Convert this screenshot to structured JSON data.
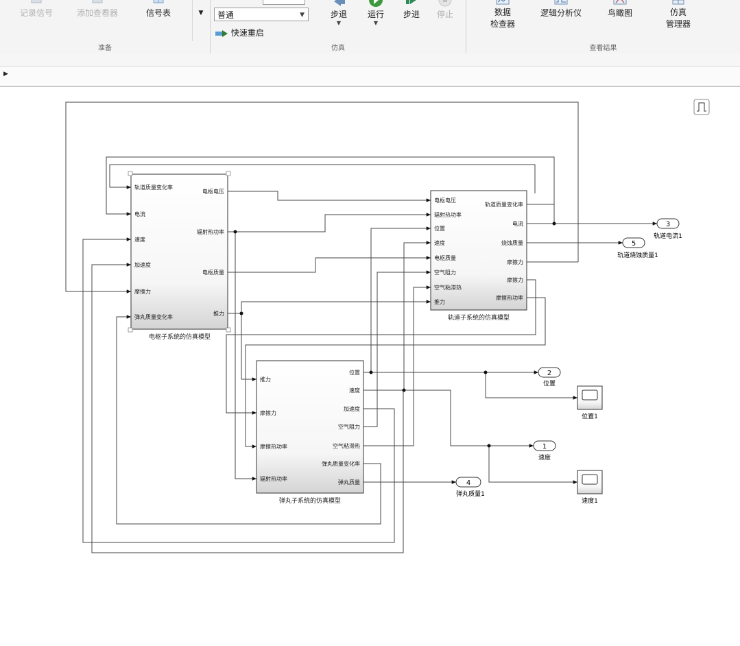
{
  "ribbon": {
    "prepare": {
      "label": "准备",
      "record_signal": "记录信号",
      "add_viewer": "添加查看器",
      "signal_table": "信号表"
    },
    "simulate": {
      "label": "仿真",
      "mode_value": "普通",
      "fast_restart": "快速重启",
      "step_back": "步退",
      "run": "运行",
      "step_forward": "步进",
      "stop": "停止"
    },
    "review": {
      "label": "查看结果",
      "data_inspector": [
        "数据",
        "检查器"
      ],
      "logic_analyzer": "逻辑分析仪",
      "bird_view": "鸟瞰图",
      "sim_manager": [
        "仿真",
        "管理器"
      ]
    }
  },
  "diagram": {
    "blocks": {
      "armature": {
        "title": "电枢子系统的仿真模型",
        "inputs": [
          "轨道质量变化率",
          "电流",
          "速度",
          "加速度",
          "摩擦力",
          "弹丸质量变化率"
        ],
        "outputs": [
          "电枢电压",
          "辐射热功率",
          "电枢质量",
          "推力"
        ]
      },
      "rail": {
        "title": "轨道子系统的仿真模型",
        "inputs": [
          "电枢电压",
          "辐射热功率",
          "位置",
          "速度",
          "电枢质量",
          "空气阻力",
          "空气粘滞热",
          "推力"
        ],
        "outputs": [
          "轨道质量变化率",
          "电流",
          "烧蚀质量",
          "摩擦力",
          "摩擦热功率"
        ]
      },
      "projectile": {
        "title": "弹丸子系统的仿真模型",
        "inputs": [
          "推力",
          "摩擦力",
          "摩擦热功率",
          "辐射热功率"
        ],
        "outputs": [
          "位置",
          "速度",
          "加速度",
          "空气阻力",
          "空气粘滞热",
          "弹丸质量变化率",
          "弹丸质量"
        ]
      }
    },
    "outports": [
      {
        "num": "3",
        "label": "轨道电流1"
      },
      {
        "num": "5",
        "label": "轨道烧蚀质量1"
      },
      {
        "num": "2",
        "label": "位置"
      },
      {
        "num": "1",
        "label": "速度"
      },
      {
        "num": "4",
        "label": "弹丸质量1"
      }
    ],
    "scopes": [
      {
        "label": "位置1"
      },
      {
        "label": "速度1"
      }
    ]
  }
}
